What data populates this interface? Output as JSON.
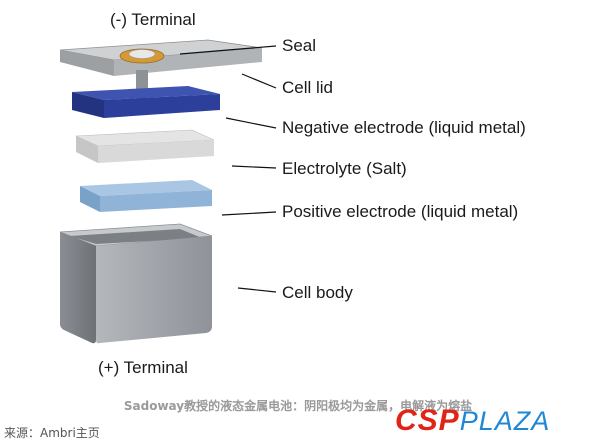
{
  "labels": {
    "terminal_negative": "(-) Terminal",
    "seal": "Seal",
    "cell_lid": "Cell lid",
    "negative_electrode": "Negative electrode (liquid metal)",
    "electrolyte": "Electrolyte (Salt)",
    "positive_electrode": "Positive electrode (liquid metal)",
    "cell_body": "Cell body",
    "terminal_positive": "(+) Terminal"
  },
  "caption": "Sadoway教授的液态金属电池：阴阳极均为金属，电解液为熔盐",
  "source": "来源：Ambri主页",
  "logo": {
    "part1": "CSP",
    "part2": "PLAZA"
  },
  "colors": {
    "negative_electrode": "#2c3f9a",
    "positive_electrode": "#8fb4d8",
    "cell_body": "#a7abb1",
    "electrolyte": "#d9d9d9",
    "lid": "#c4c6c8",
    "seal_ring": "#d49a35",
    "logo_red": "#e02418",
    "logo_blue": "#1e88d8"
  }
}
